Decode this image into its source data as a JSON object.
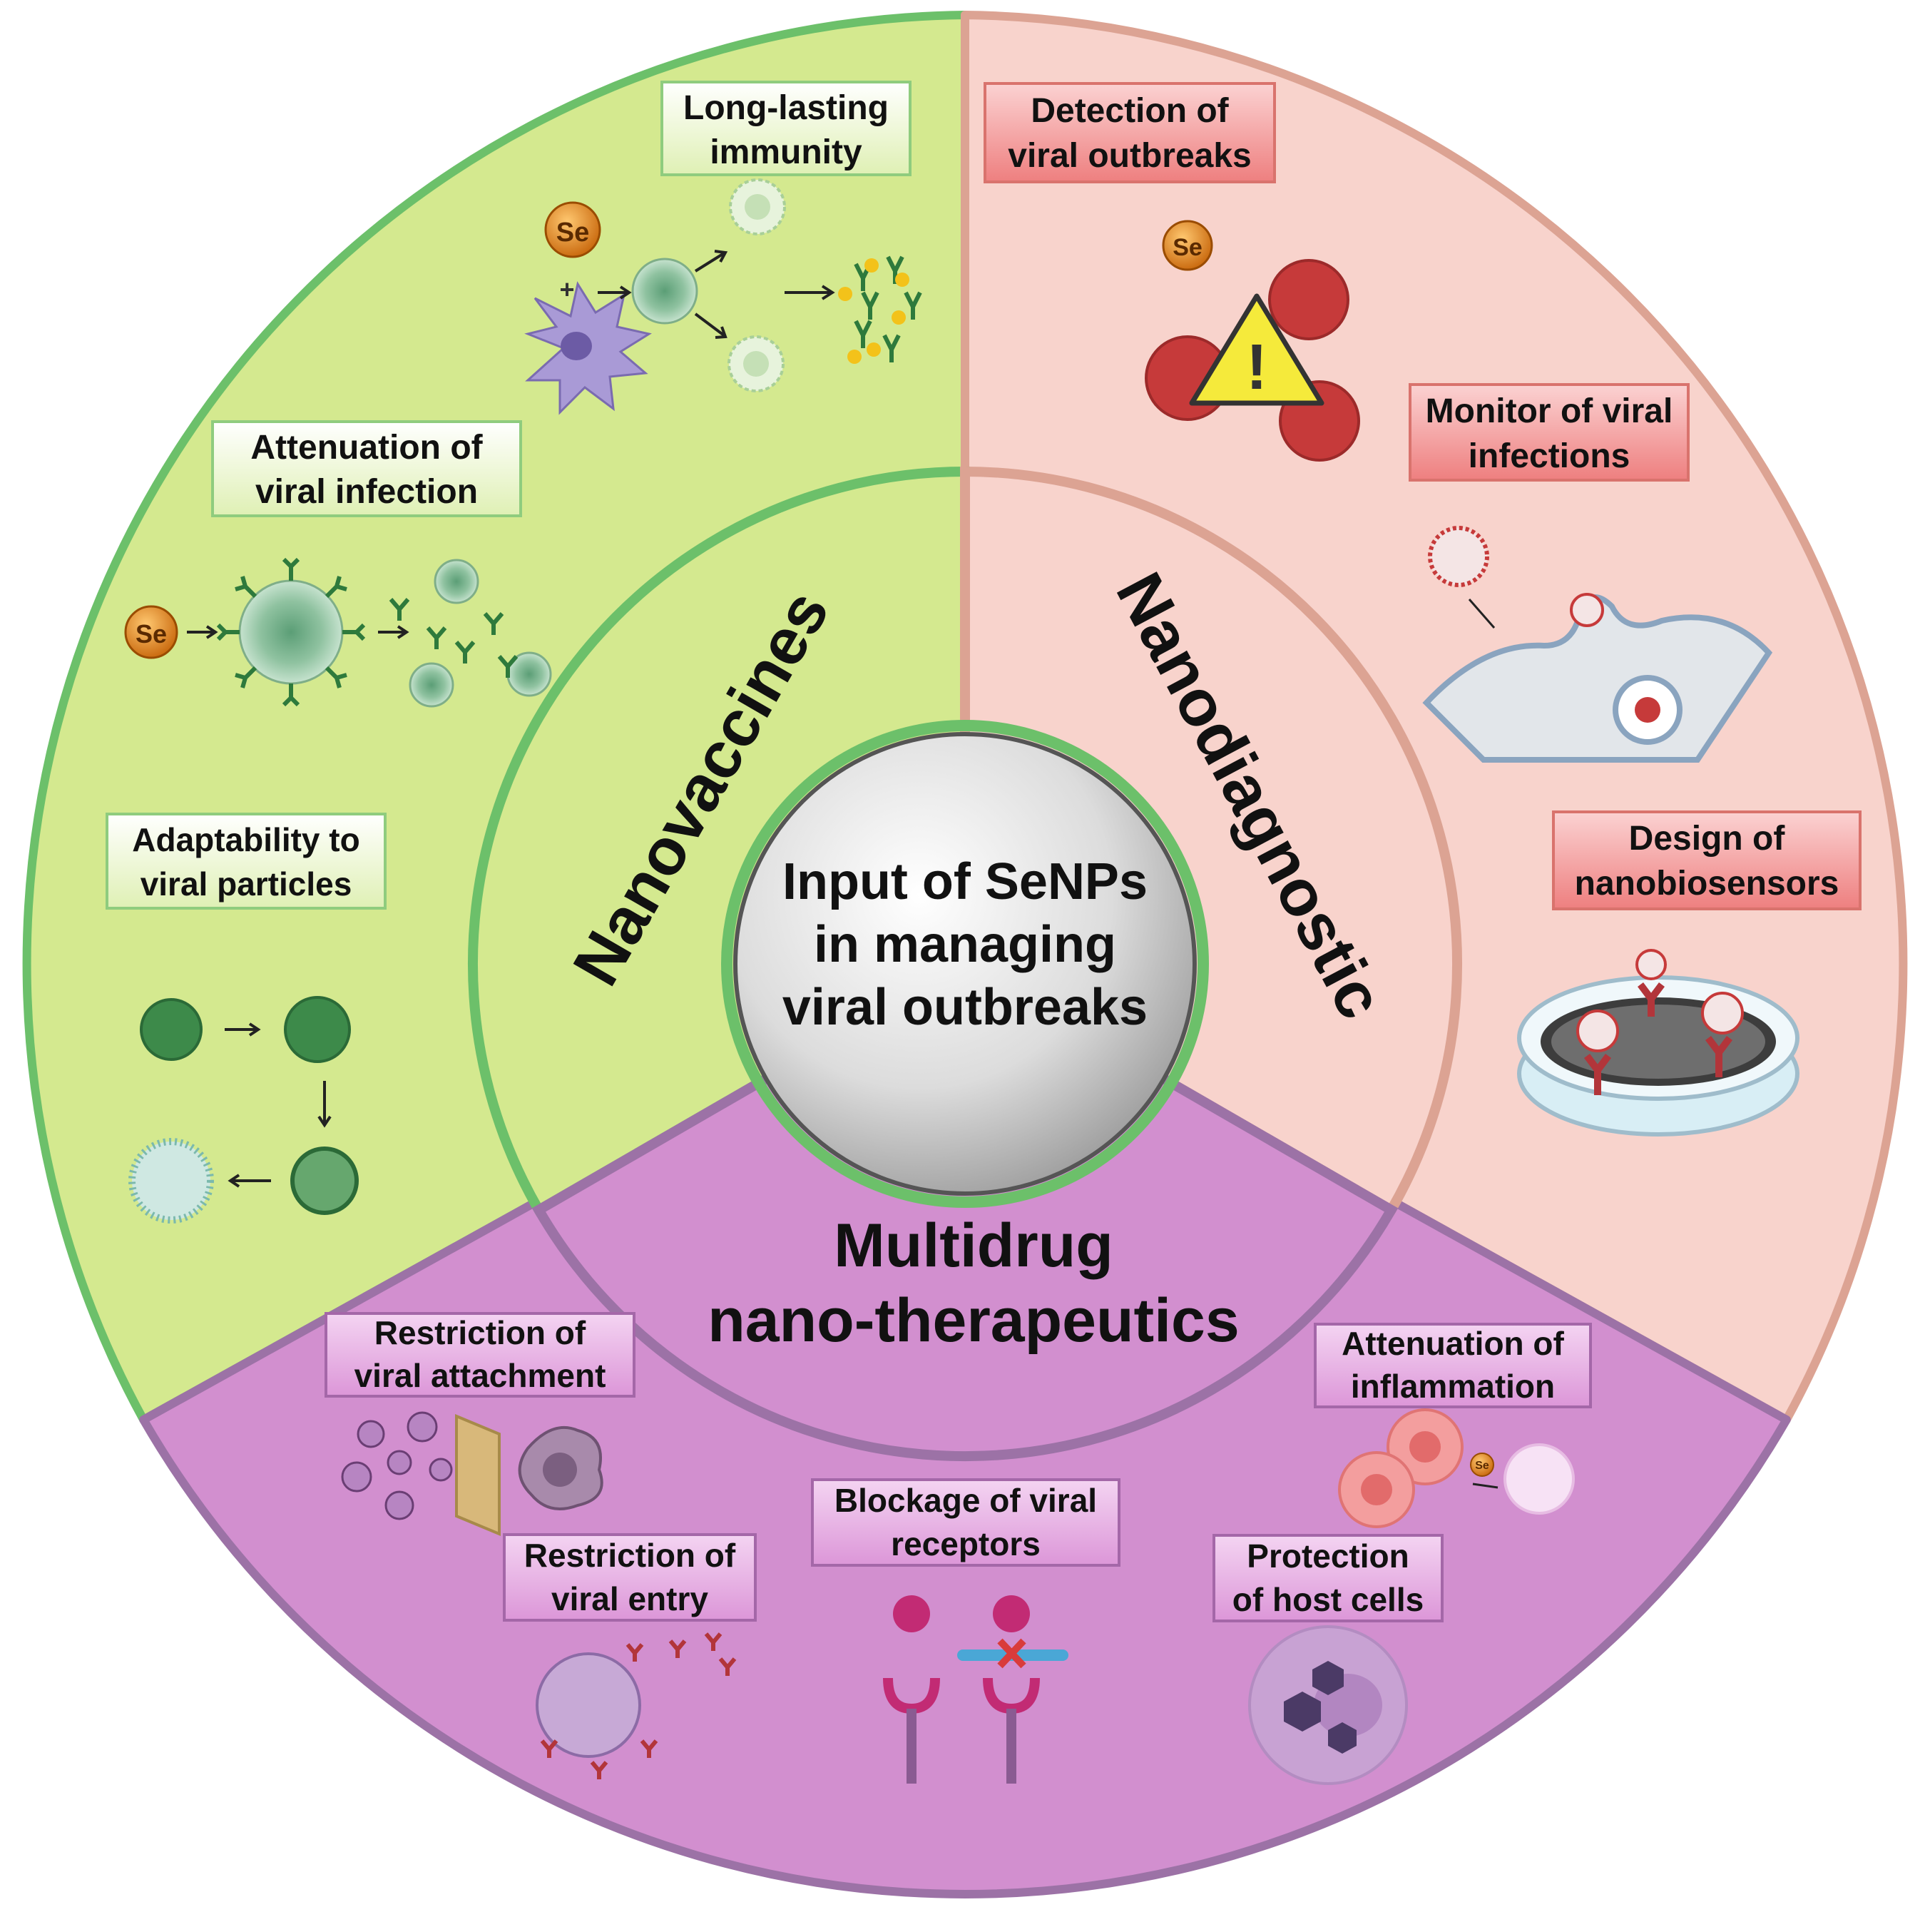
{
  "center": {
    "lines": [
      "Input of SeNPs",
      "in managing",
      "viral outbreaks"
    ]
  },
  "sectors": {
    "nanovaccines": {
      "title": "Nanovaccines",
      "fill": "#d4e98f",
      "stroke": "#6cc06a",
      "boxes": {
        "long_lasting": [
          "Long-lasting",
          "immunity"
        ],
        "attenuation": [
          "Attenuation of",
          "viral infection"
        ],
        "adaptability": [
          "Adaptability to",
          "viral particles"
        ]
      }
    },
    "nanodiagnostic": {
      "title": "Nanodiagnostic",
      "fill": "#f8d3cc",
      "stroke": "#dca393",
      "boxes": {
        "detection": [
          "Detection of",
          "viral outbreaks"
        ],
        "monitor": [
          "Monitor of viral",
          "infections"
        ],
        "design": [
          "Design of",
          "nanobiosensors"
        ]
      }
    },
    "multidrug": {
      "title_lines": [
        "Multidrug",
        "nano-therapeutics"
      ],
      "fill": "#d28fcf",
      "stroke": "#9c72a6",
      "boxes": {
        "attachment": [
          "Restriction of",
          "viral attachment"
        ],
        "entry": [
          "Restriction of",
          "viral entry"
        ],
        "receptors": [
          "Blockage of viral",
          "receptors"
        ],
        "inflammation": [
          "Attenuation of",
          "inflammation"
        ],
        "protection": [
          "Protection",
          "of host cells"
        ]
      }
    }
  },
  "icons": {
    "se_label": "Se",
    "warning_label": "!"
  },
  "colors": {
    "green_box": "#e9f5c8",
    "pink_box": "#f28d8d",
    "purple_box": "#e5a7e2",
    "virus_red": "#c63a3a",
    "virus_green": "#3d8a4a",
    "se_orange": "#e88a1a"
  }
}
